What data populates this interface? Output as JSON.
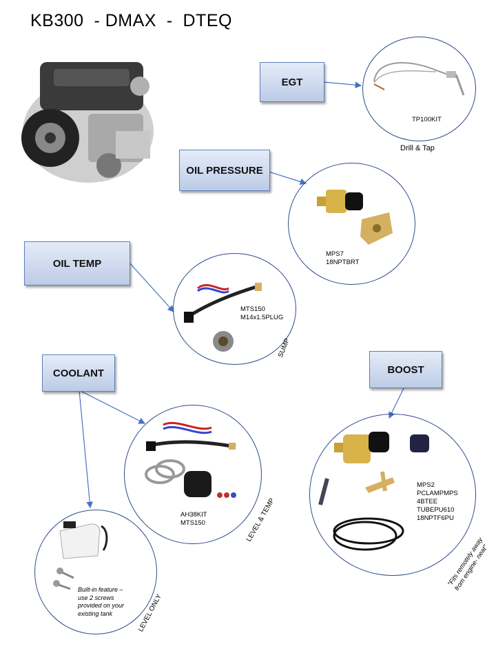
{
  "title": "KB300  - DMAX  -  DTEQ",
  "labels": {
    "egt": "EGT",
    "oil_pressure": "OIL PRESSURE",
    "oil_temp": "OIL TEMP",
    "coolant": "COOLANT",
    "boost": "BOOST"
  },
  "egt": {
    "part": "TP100KIT",
    "note": "Drill & Tap"
  },
  "oil_pressure": {
    "parts": "MPS7\n18NPTBRT"
  },
  "oil_temp": {
    "parts": "MTS150\nM14x1.5PLUG",
    "note": "SUMP"
  },
  "coolant": {
    "parts": "AH38KIT\nMTS150",
    "note": "LEVEL  & TEMP",
    "level_text": "Built-in feature –\nuse 2 screws\nprovided on your\nexisting tank",
    "level_note": "LEVEL ONLY"
  },
  "boost": {
    "parts": "MPS2\nPCLAMPMPS\n4BTEE\nTUBEPU610\n18NPTF6PU",
    "note": "\"Fits remotely away\nfrom engine- neat\""
  }
}
